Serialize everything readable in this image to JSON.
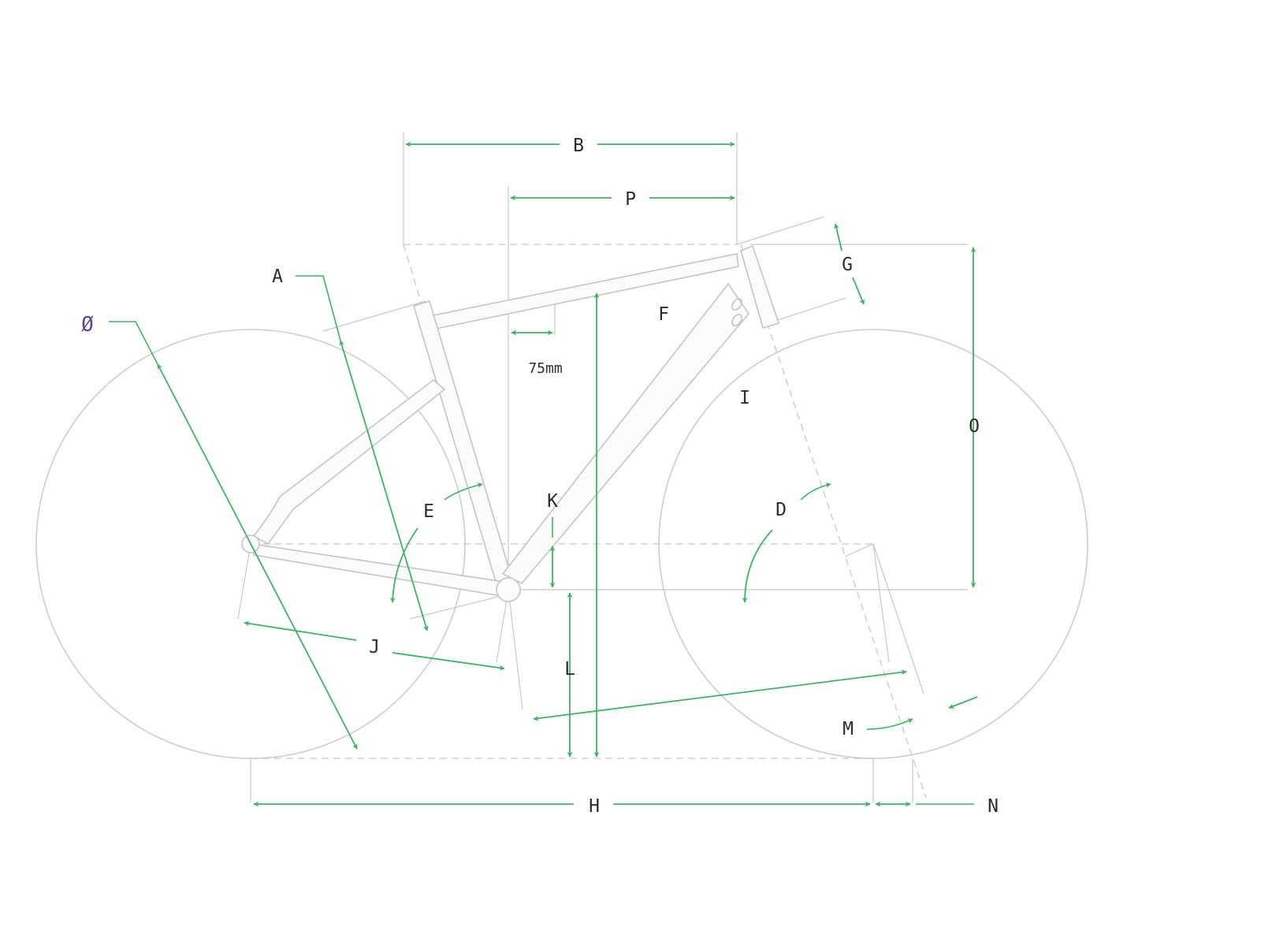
{
  "labels": {
    "A": "A",
    "B": "B",
    "D": "D",
    "E": "E",
    "F": "F",
    "G": "G",
    "H": "H",
    "I": "I",
    "J": "J",
    "K": "K",
    "L": "L",
    "M": "M",
    "N": "N",
    "O": "O",
    "P": "P",
    "diameter": "Ø",
    "offset_75": "75mm"
  },
  "colors": {
    "dimension": "#3bb560",
    "frame": "#c4c4c4",
    "text": "#2d2d2d",
    "diameter_symbol": "#5c4a8a"
  },
  "icons": {
    "diameter": "diameter-symbol"
  }
}
